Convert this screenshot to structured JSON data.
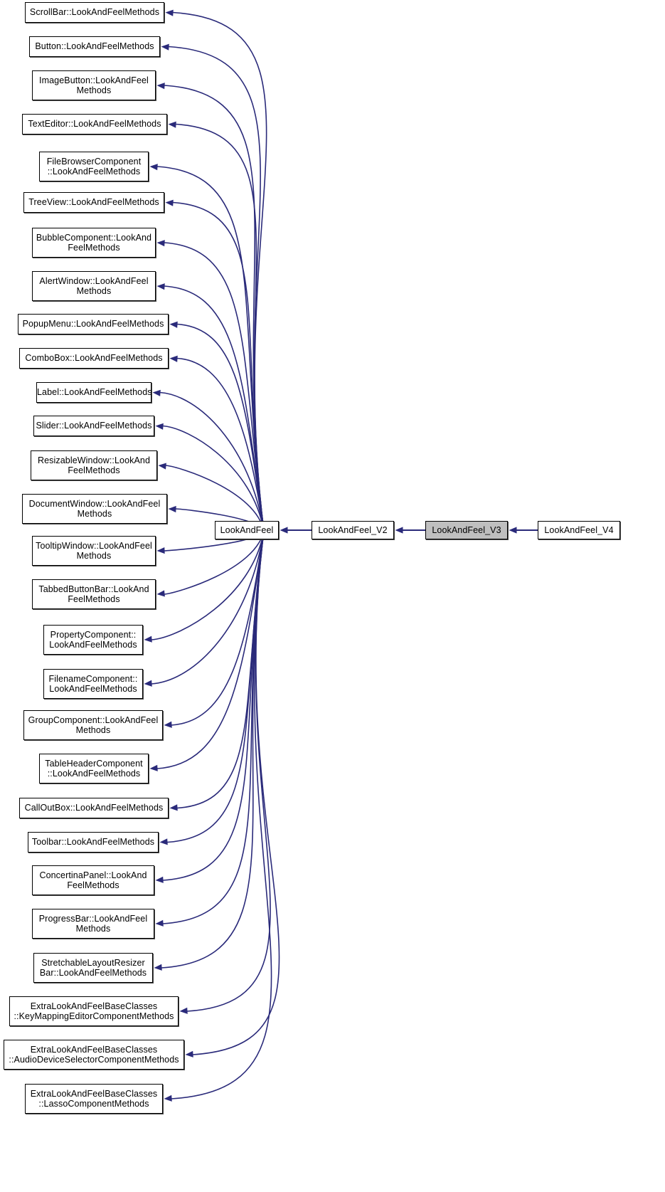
{
  "diagram": {
    "title": "LookAndFeel_V3 inheritance diagram",
    "type": "inheritance-graph",
    "style": {
      "node_fill": "#ffffff",
      "node_highlight_fill": "#bfbfbf",
      "node_border": "#000000",
      "edge_color": "#2a2a7a",
      "arrow_color": "#2a2a7a",
      "background": "#ffffff"
    },
    "chain": [
      {
        "id": "look-and-feel",
        "label": "LookAndFeel",
        "highlight": false
      },
      {
        "id": "look-and-feel-v2",
        "label": "LookAndFeel_V2",
        "highlight": false
      },
      {
        "id": "look-and-feel-v3",
        "label": "LookAndFeel_V3",
        "highlight": true
      },
      {
        "id": "look-and-feel-v4",
        "label": "LookAndFeel_V4",
        "highlight": false
      }
    ],
    "base_classes": [
      {
        "id": "scrollbar",
        "label": "ScrollBar::LookAndFeelMethods"
      },
      {
        "id": "button",
        "label": "Button::LookAndFeelMethods"
      },
      {
        "id": "image-button",
        "label": "ImageButton::LookAndFeel\nMethods"
      },
      {
        "id": "text-editor",
        "label": "TextEditor::LookAndFeelMethods"
      },
      {
        "id": "file-browser-component",
        "label": "FileBrowserComponent\n::LookAndFeelMethods"
      },
      {
        "id": "tree-view",
        "label": "TreeView::LookAndFeelMethods"
      },
      {
        "id": "bubble-component",
        "label": "BubbleComponent::LookAnd\nFeelMethods"
      },
      {
        "id": "alert-window",
        "label": "AlertWindow::LookAndFeel\nMethods"
      },
      {
        "id": "popup-menu",
        "label": "PopupMenu::LookAndFeelMethods"
      },
      {
        "id": "combo-box",
        "label": "ComboBox::LookAndFeelMethods"
      },
      {
        "id": "label",
        "label": "Label::LookAndFeelMethods"
      },
      {
        "id": "slider",
        "label": "Slider::LookAndFeelMethods"
      },
      {
        "id": "resizable-window",
        "label": "ResizableWindow::LookAnd\nFeelMethods"
      },
      {
        "id": "document-window",
        "label": "DocumentWindow::LookAndFeel\nMethods"
      },
      {
        "id": "tooltip-window",
        "label": "TooltipWindow::LookAndFeel\nMethods"
      },
      {
        "id": "tabbed-button-bar",
        "label": "TabbedButtonBar::LookAnd\nFeelMethods"
      },
      {
        "id": "property-component",
        "label": "PropertyComponent::\nLookAndFeelMethods"
      },
      {
        "id": "filename-component",
        "label": "FilenameComponent::\nLookAndFeelMethods"
      },
      {
        "id": "group-component",
        "label": "GroupComponent::LookAndFeel\nMethods"
      },
      {
        "id": "table-header-component",
        "label": "TableHeaderComponent\n::LookAndFeelMethods"
      },
      {
        "id": "call-out-box",
        "label": "CallOutBox::LookAndFeelMethods"
      },
      {
        "id": "toolbar",
        "label": "Toolbar::LookAndFeelMethods"
      },
      {
        "id": "concertina-panel",
        "label": "ConcertinaPanel::LookAnd\nFeelMethods"
      },
      {
        "id": "progress-bar",
        "label": "ProgressBar::LookAndFeel\nMethods"
      },
      {
        "id": "stretchable-layout-resizer-bar",
        "label": "StretchableLayoutResizer\nBar::LookAndFeelMethods"
      },
      {
        "id": "key-mapping-editor",
        "label": "ExtraLookAndFeelBaseClasses\n::KeyMappingEditorComponentMethods"
      },
      {
        "id": "audio-device-selector",
        "label": "ExtraLookAndFeelBaseClasses\n::AudioDeviceSelectorComponentMethods"
      },
      {
        "id": "lasso-component",
        "label": "ExtraLookAndFeelBaseClasses\n::LassoComponentMethods"
      }
    ]
  }
}
